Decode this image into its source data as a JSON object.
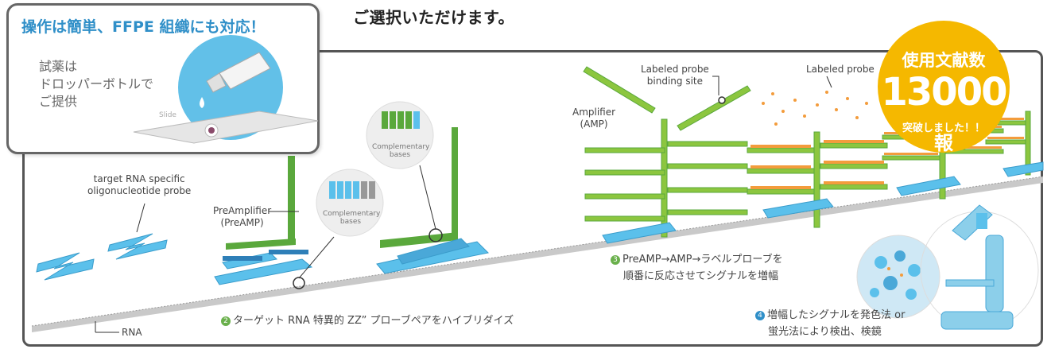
{
  "top_caption": "ご選択いただけます。",
  "callout": {
    "title": "操作は簡単、FFPE 組織にも対応！",
    "reagent_text": [
      "試薬は",
      "ドロッパーボトルで",
      "ご提供"
    ],
    "slide_label": "Slide"
  },
  "labels": {
    "target_probe": [
      "target RNA specific",
      "oligonucleotide probe"
    ],
    "rna": "RNA",
    "preamp": [
      "PreAmplifier",
      "(PreAMP)"
    ],
    "complementary_bases": [
      "Complementary",
      "bases"
    ],
    "amplifier": [
      "Amplifier",
      "(AMP)"
    ],
    "labeled_binding_site": [
      "Labeled probe",
      "binding site"
    ],
    "labeled_probe": "Labeled probe"
  },
  "steps": {
    "step2": {
      "num": "2",
      "text": "ターゲット RNA 特異的 ZZ” プローブペアをハイブリダイズ"
    },
    "step3": {
      "num": "3",
      "lines": [
        "PreAMP→AMP→ラベルプローブを",
        "順番に反応させてシグナルを増幅"
      ]
    },
    "step4": {
      "num": "4",
      "lines": [
        "増幅したシグナルを発色法 or",
        "蛍光法により検出、検鏡"
      ]
    }
  },
  "badge": {
    "line1": "使用文献数",
    "count": "13000",
    "unit": "報",
    "line3": "突破しました！！"
  },
  "colors": {
    "accent_blue": "#2f8fc8",
    "probe_blue": "#5bc0eb",
    "preamp_green": "#5aa83c",
    "amp_green": "#8cc63f",
    "label_orange": "#f39c3c",
    "badge_yellow": "#f5b800"
  }
}
